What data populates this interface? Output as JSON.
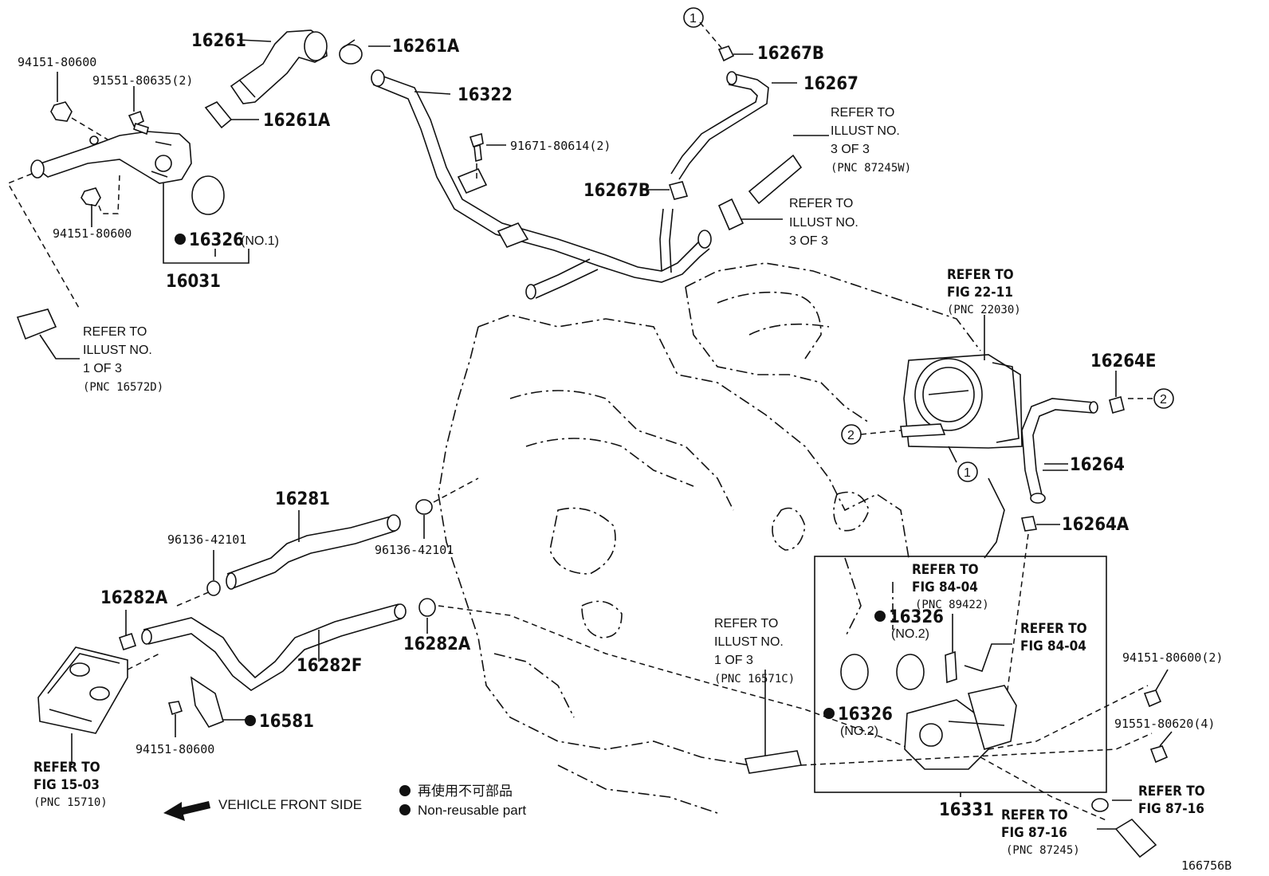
{
  "diagram_id": "166756B",
  "legend": {
    "symbol": "●",
    "non_reusable_jp": "再使用不可部品",
    "non_reusable_en": "Non-reusable part"
  },
  "orientation": {
    "arrow": "⇐",
    "label": "VEHICLE FRONT SIDE"
  },
  "callouts": {
    "c1": "1",
    "c2": "2"
  },
  "parts": {
    "p16261": "16261",
    "p16261A_top": "16261A",
    "p16261A_mid": "16261A",
    "p16322": "16322",
    "p16267B_top": "16267B",
    "p16267": "16267",
    "p16267B_mid": "16267B",
    "p91671": "91671-80614(2)",
    "p94151_a": "94151-80600",
    "p91551_a": "91551-80635(2)",
    "p94151_b": "94151-80600",
    "p16326_no1": "16326",
    "p16326_no1_note": "(NO.1)",
    "p16031": "16031",
    "p16264E": "16264E",
    "p16264": "16264",
    "p16264A": "16264A",
    "p16281": "16281",
    "p96136_a": "96136-42101",
    "p96136_b": "96136-42101",
    "p16282A_left": "16282A",
    "p16282A_right": "16282A",
    "p16282F": "16282F",
    "p16581": "16581",
    "p94151_c": "94151-80600",
    "p16326_no2a": "16326",
    "p16326_no2a_note": "(NO.2)",
    "p16326_no2b": "16326",
    "p16326_no2b_note": "(NO.2)",
    "p16331": "16331",
    "p94151_d": "94151-80600(2)",
    "p91551_b": "91551-80620(4)"
  },
  "refs": {
    "r1": [
      "REFER TO",
      "ILLUST NO.",
      "1 OF 3",
      "(PNC 16572D)"
    ],
    "r2": [
      "REFER TO",
      "ILLUST NO.",
      "3 OF 3",
      "(PNC 87245W)"
    ],
    "r3": [
      "REFER TO",
      "ILLUST NO.",
      "3 OF 3"
    ],
    "r4": [
      "REFER TO",
      "FIG 22-11",
      "(PNC 22030)"
    ],
    "r5": [
      "REFER TO",
      "ILLUST NO.",
      "1 OF 3",
      "(PNC 16571C)"
    ],
    "r6": [
      "REFER TO",
      "FIG 84-04",
      "(PNC 89422)"
    ],
    "r7": [
      "REFER TO",
      "FIG 84-04"
    ],
    "r8": [
      "REFER TO",
      "FIG 15-03",
      "(PNC 15710)"
    ],
    "r9": [
      "REFER TO",
      "FIG 87-16"
    ],
    "r10": [
      "REFER TO",
      "FIG 87-16",
      "(PNC 87245)"
    ]
  }
}
